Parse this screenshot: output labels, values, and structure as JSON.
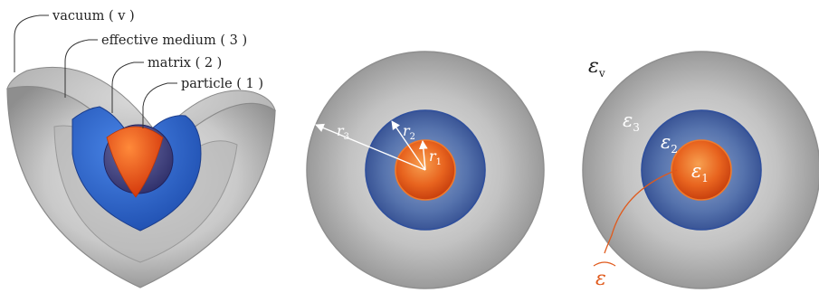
{
  "labels": {
    "vacuum": "vacuum ( v )",
    "effective_medium": "effective medium ( 3 )",
    "matrix": "matrix ( 2 )",
    "particle": "particle ( 1 )"
  },
  "radii": {
    "r3": {
      "base": "r",
      "sub": "3"
    },
    "r2": {
      "base": "r",
      "sub": "2"
    },
    "r1": {
      "base": "r",
      "sub": "1"
    }
  },
  "permittivities": {
    "eps_v": {
      "base": "ε",
      "sub": "v"
    },
    "eps_3": {
      "base": "ε",
      "sub": "3"
    },
    "eps_2": {
      "base": "ε",
      "sub": "2"
    },
    "eps_1": {
      "base": "ε",
      "sub": "1"
    },
    "eps_hat": "ε"
  },
  "colors": {
    "vacuum_shell": "#bdbdbd",
    "matrix": "#2f5fb0",
    "particle": "#e8501e",
    "annotation_line": "#e05a1c"
  }
}
